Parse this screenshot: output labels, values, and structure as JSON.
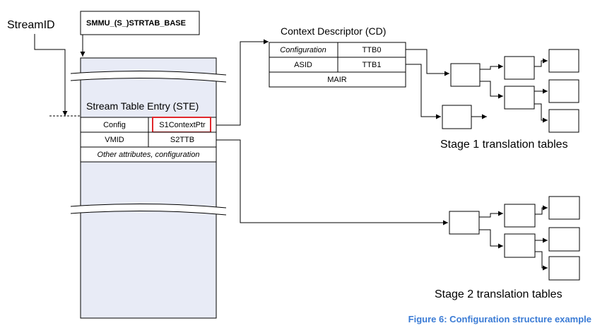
{
  "labels": {
    "stream_id": "StreamID",
    "strtab_base": "SMMU_(S_)STRTAB_BASE",
    "cd_title": "Context Descriptor (CD)",
    "ste_title": "Stream Table Entry (STE)",
    "stage1": "Stage 1 translation tables",
    "stage2": "Stage 2 translation tables",
    "caption": "Figure 6: Configuration structure example"
  },
  "cd": {
    "configuration": "Configuration",
    "ttb0": "TTB0",
    "asid": "ASID",
    "ttb1": "TTB1",
    "mair": "MAIR"
  },
  "ste": {
    "config": "Config",
    "s1contextptr": "S1ContextPtr",
    "vmid": "VMID",
    "s2ttb": "S2TTB",
    "other": "Other attributes, configuration"
  },
  "colors": {
    "ste_fill": "#e8ebf6",
    "highlight": "#e0282c",
    "caption": "#3a7bd5"
  }
}
